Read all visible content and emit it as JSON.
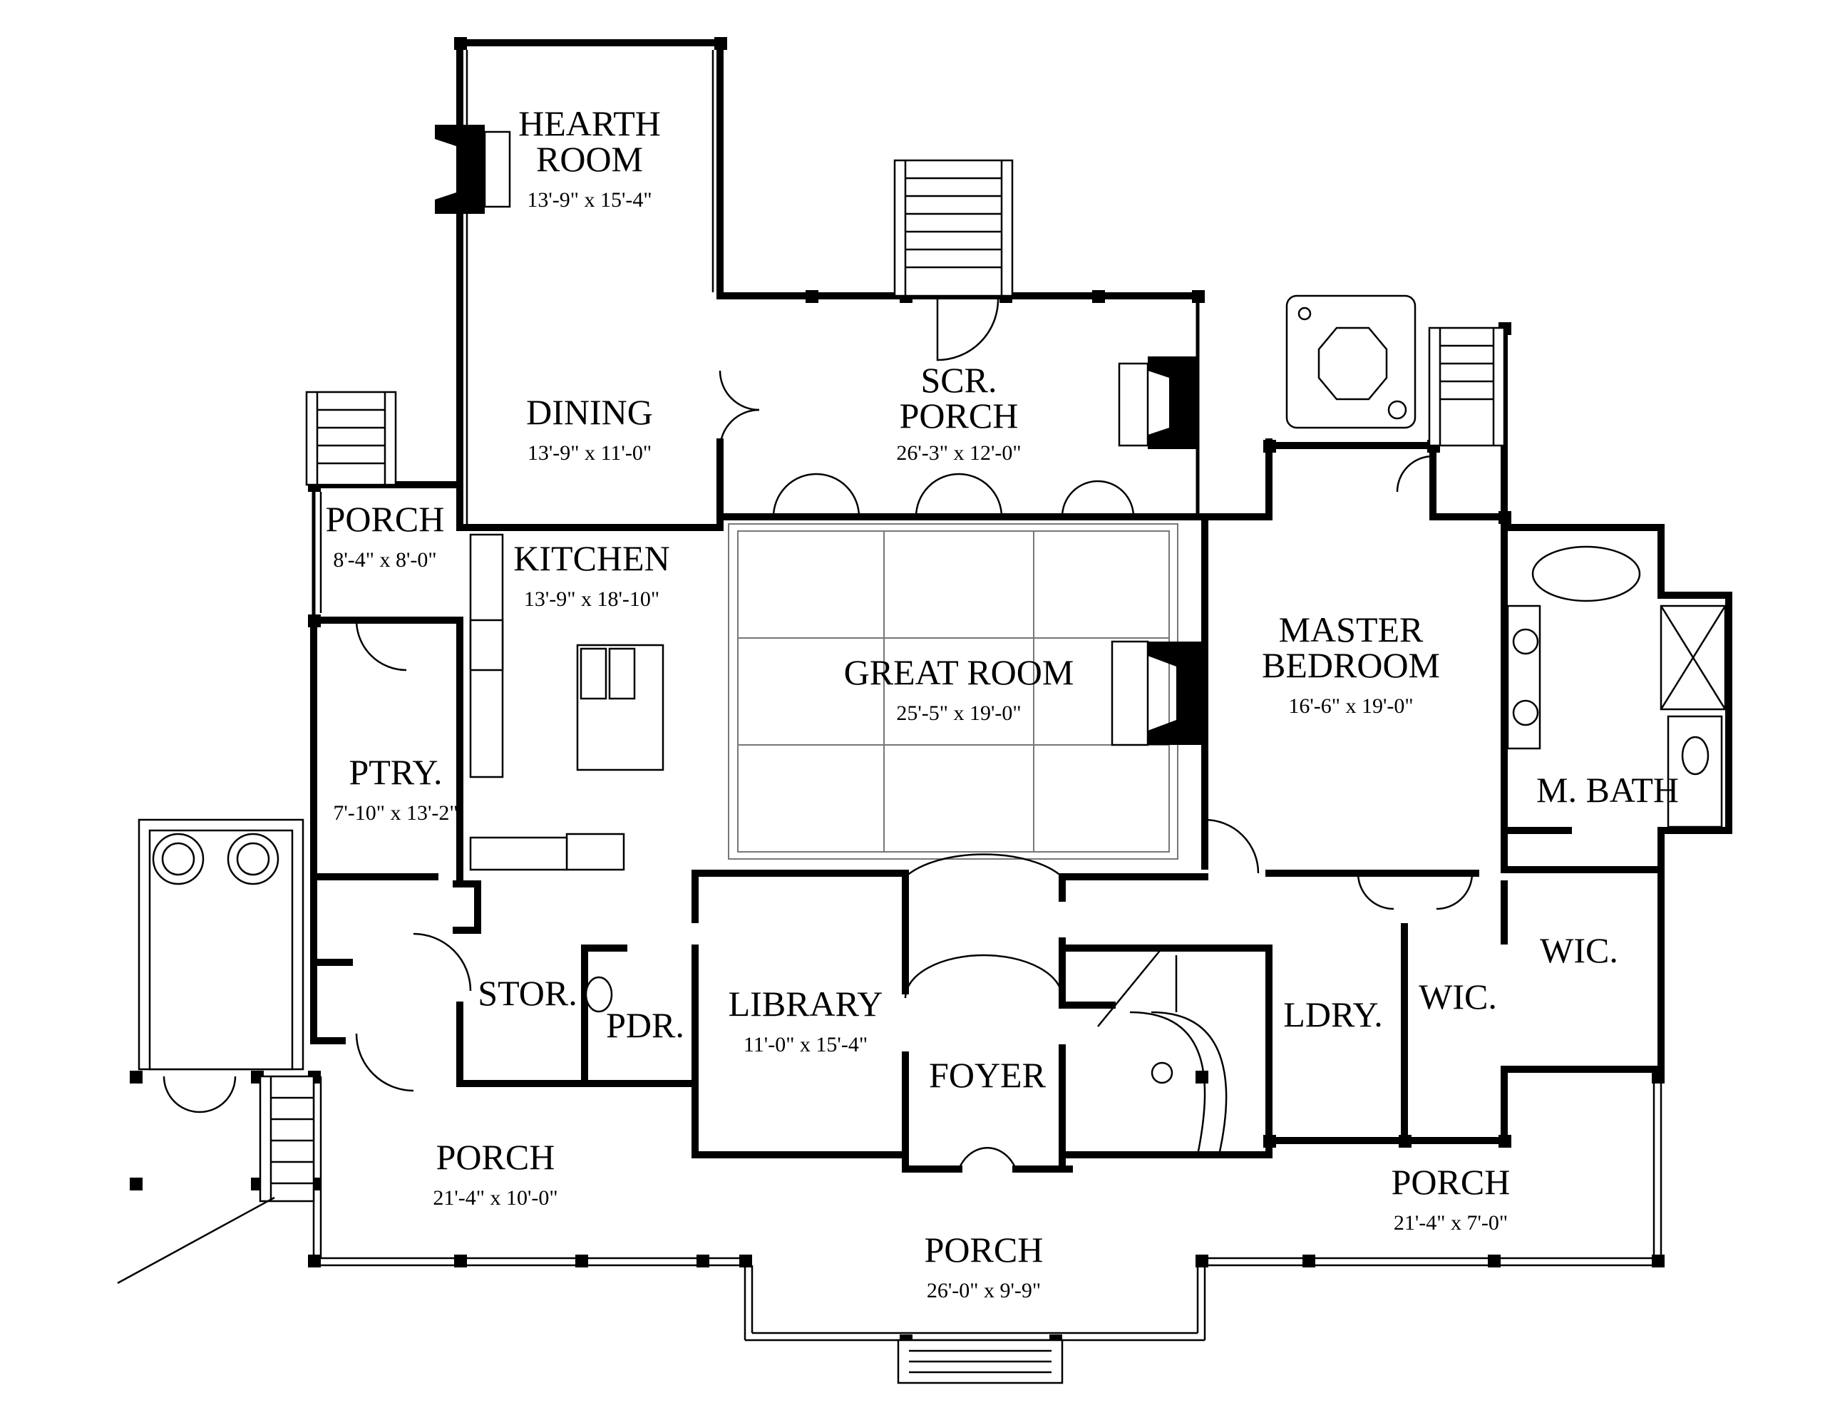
{
  "rooms": {
    "hearth": {
      "name1": "HEARTH",
      "name2": "ROOM",
      "dim": "13'-9\" x 15'-4\""
    },
    "dining": {
      "name": "DINING",
      "dim": "13'-9\" x 11'-0\""
    },
    "scr_porch": {
      "name1": "SCR.",
      "name2": "PORCH",
      "dim": "26'-3\" x 12'-0\""
    },
    "porch_small": {
      "name": "PORCH",
      "dim": "8'-4\" x 8'-0\""
    },
    "kitchen": {
      "name": "KITCHEN",
      "dim": "13'-9\" x 18'-10\""
    },
    "great_room": {
      "name": "GREAT ROOM",
      "dim": "25'-5\" x 19'-0\""
    },
    "master_bedroom": {
      "name1": "MASTER",
      "name2": "BEDROOM",
      "dim": "16'-6\" x 19'-0\""
    },
    "pantry": {
      "name": "PTRY.",
      "dim": "7'-10\" x 13'-2\""
    },
    "master_bath": {
      "name": "M. BATH"
    },
    "wic_right": {
      "name": "WIC."
    },
    "wic_mid": {
      "name": "WIC."
    },
    "stor": {
      "name": "STOR."
    },
    "pdr": {
      "name": "PDR."
    },
    "library": {
      "name": "LIBRARY",
      "dim": "11'-0\" x 15'-4\""
    },
    "ldry": {
      "name": "LDRY."
    },
    "foyer": {
      "name": "FOYER"
    },
    "porch_left": {
      "name": "PORCH",
      "dim": "21'-4\" x 10'-0\""
    },
    "porch_front": {
      "name": "PORCH",
      "dim": "26'-0\" x 9'-9\""
    },
    "porch_right": {
      "name": "PORCH",
      "dim": "21'-4\" x 7'-0\""
    }
  }
}
